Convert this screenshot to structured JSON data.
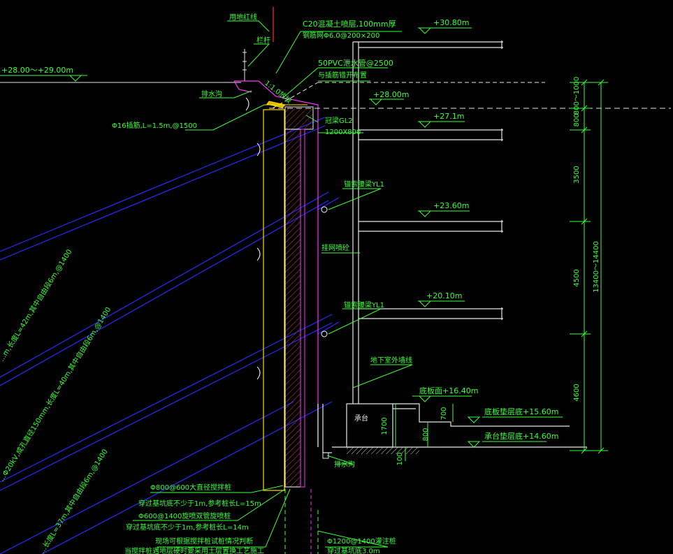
{
  "drawing": {
    "labels": {
      "land_line": "用地红线",
      "railing": "栏杆",
      "shotcrete": "C20混凝土喷层,100mm厚",
      "mesh": "钢筋网Φ6.0@200×200",
      "slope": "1:1.0放坡",
      "pvc_pipe": "50PVC泄水管@2500",
      "pvc_note": "与插筋错开布置",
      "drain_top": "排水沟",
      "dowel": "Φ16插筋,L=1.5m,@1500",
      "crown_beam": "冠梁GL2",
      "crown_size": "1200X800",
      "wale1": "锚索腰梁YL1",
      "mesh_shot": "挂网喷砼",
      "wale2": "锚索腰梁YL1",
      "basement_wall": "地下室外墙线",
      "pile_cap": "承台",
      "drain_bottom": "排水沟",
      "pile_main": "Φ800@600大直径搅拌桩",
      "pile_main_note": "穿过基坑底不少于1m,参考桩长L=15m",
      "pile_sub": "Φ600@1400旋喷双管旋喷桩",
      "pile_sub_note": "穿过基坑底不少于1m,参考桩长L=14m",
      "site_note": "现场可根据搅拌桩试桩情况判断",
      "site_note2": "当搅拌桩遇地层硬时要采用土层置换工艺施工",
      "bored_pile": "Φ1200@1400灌注桩",
      "bored_pile_note": "穿过基坑底3.0m",
      "anchor1": "...m,长度L=42m,其中自由段6m,@1400",
      "anchor2": "...Φ20kV,成孔直径150mm,长度L=40m,其中自由段6m,@1400",
      "anchor3": "...长度L=37m,其中自由段6m,@1400"
    },
    "elevations": {
      "top_ground": "+28.00～+29.00m",
      "roof": "+30.80m",
      "ground": "+28.00m",
      "level2": "+27.1m",
      "level3": "+23.60m",
      "level4": "+20.10m",
      "slab_bottom": "底板面+16.40m",
      "slab_cushion": "底板垫层底+15.60m",
      "cap_cushion": "承台垫层底+14.60m"
    },
    "dimensions": {
      "d_top": "800～1000",
      "d_800": "800",
      "d_3500": "3500",
      "d_4500": "4500",
      "d_4600": "4600",
      "d_total": "13400～14400",
      "d_1700": "1700",
      "d_700": "700",
      "d_800b": "800",
      "d_100": "100"
    }
  }
}
